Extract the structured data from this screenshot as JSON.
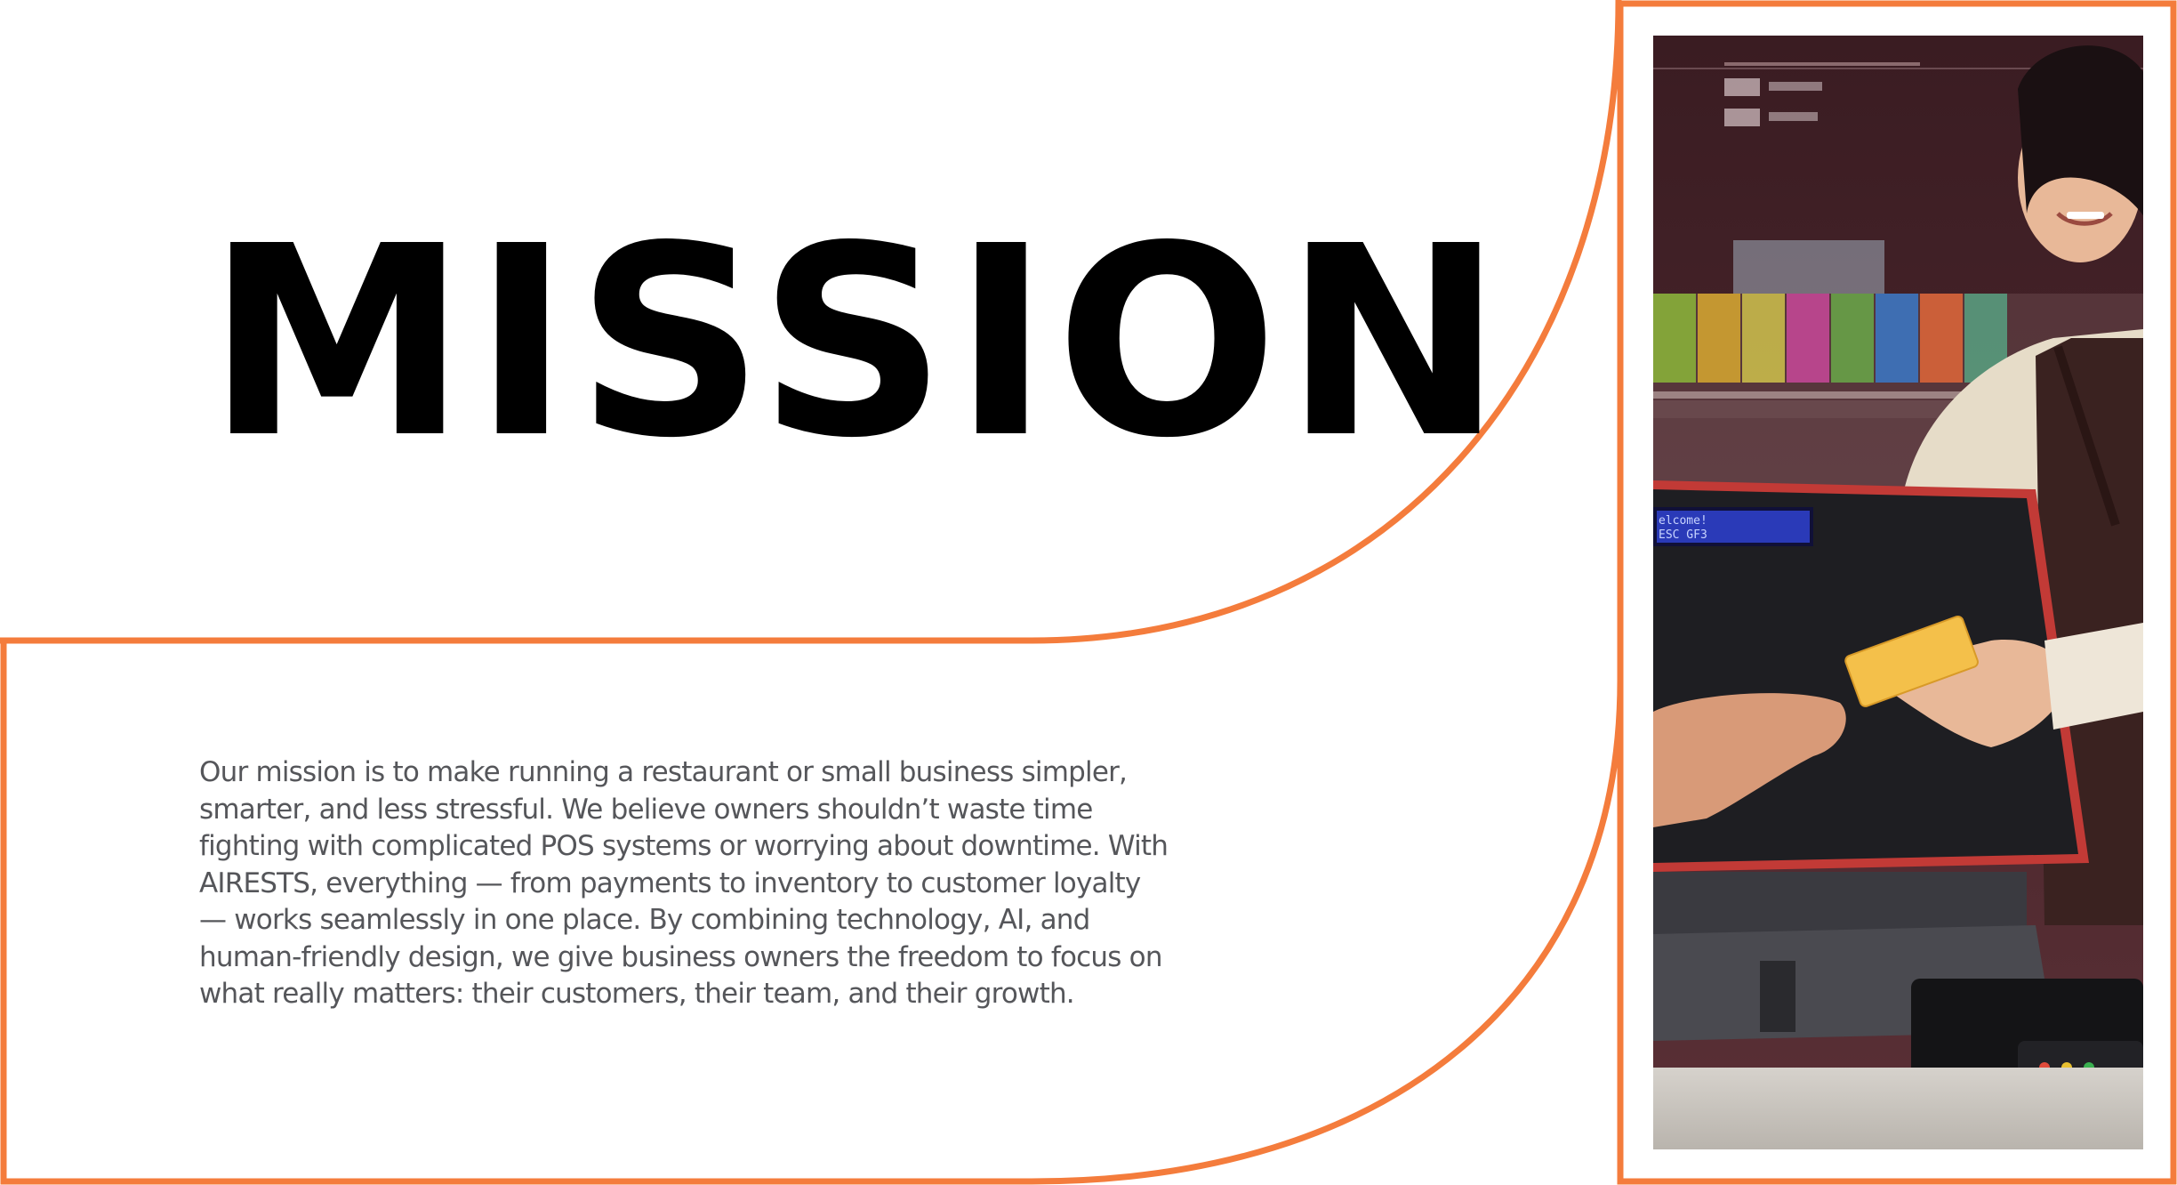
{
  "page": {
    "title": "MISSION",
    "body": "Our mission is to make running a restaurant or small business simpler, smarter, and less stressful. We believe owners shouldn’t waste time fighting with complicated POS systems or worrying about downtime. With AIRESTS, everything — from payments to inventory to customer loyalty — works seamlessly in one place. By combining technology, AI, and human-friendly design, we give business owners the freedom to focus on what really matters: their customers, their team, and their growth."
  },
  "photo": {
    "subject": "cashier accepting card payment at POS terminal",
    "display_text_line1": "elcome!",
    "display_text_line2": "ESC GF3"
  },
  "colors": {
    "accent": "#f47c3c",
    "title": "#000000",
    "body_text": "#55565a",
    "background": "#ffffff"
  }
}
